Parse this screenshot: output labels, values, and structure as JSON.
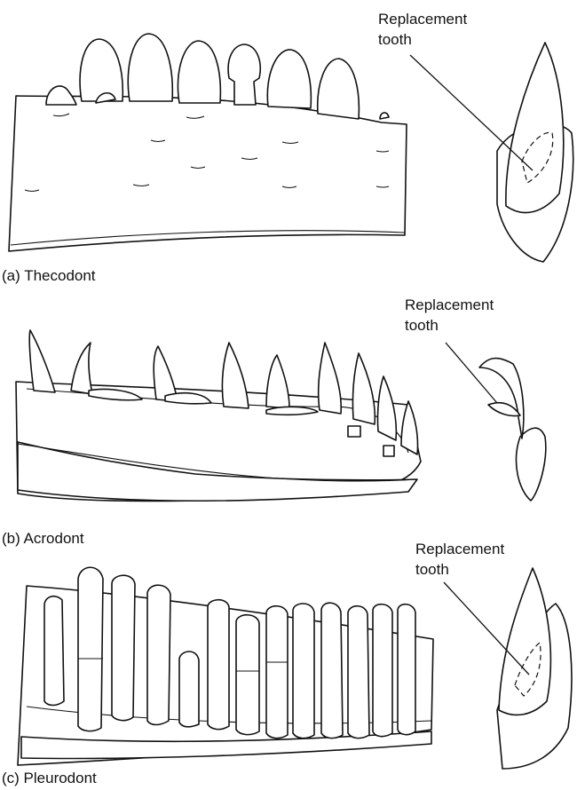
{
  "panels": [
    {
      "caption": "(a) Thecodont",
      "callout": [
        "Replacement",
        "tooth"
      ]
    },
    {
      "caption": "(b) Acrodont",
      "callout": [
        "Replacement",
        "tooth"
      ]
    },
    {
      "caption": "(c) Pleurodont",
      "callout": [
        "Replacement",
        "tooth"
      ]
    }
  ]
}
